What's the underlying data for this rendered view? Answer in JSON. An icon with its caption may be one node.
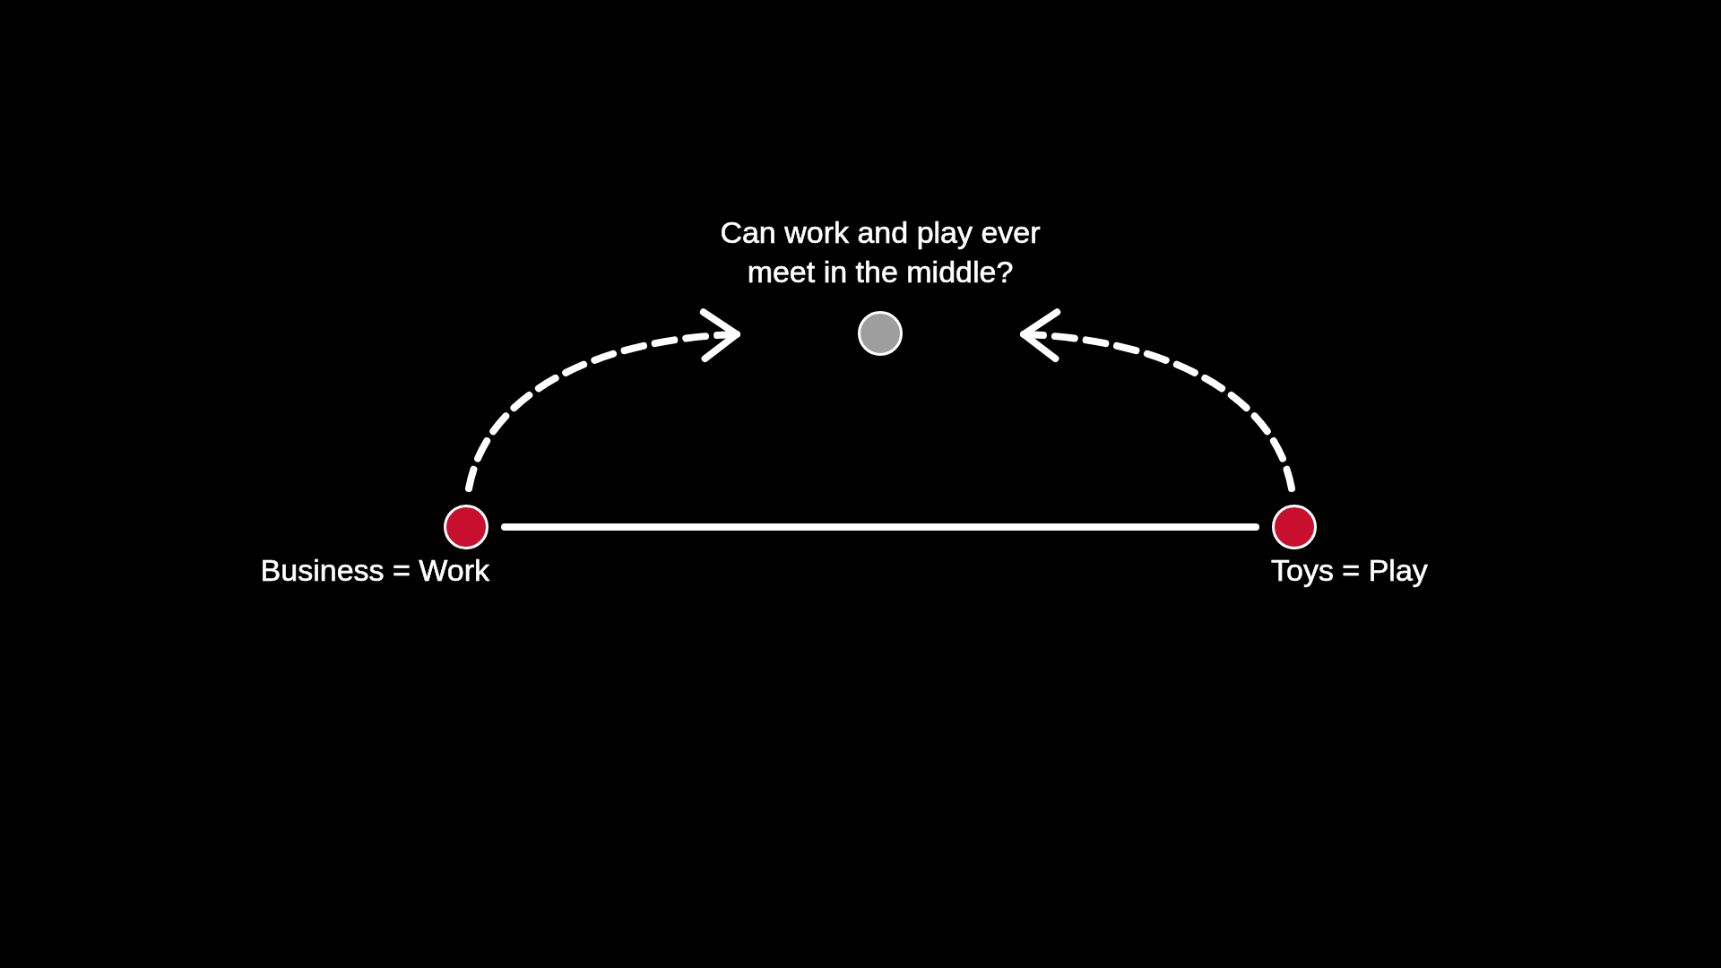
{
  "diagram": {
    "nodes": [
      {
        "text": [],
        "shape": "circle",
        "beside": [
          "Can work and play ever meet in the middle?"
        ]
      },
      {
        "text": [],
        "shape": "circle",
        "beside": [
          "Business = Work"
        ]
      },
      {
        "text": [],
        "shape": "circle",
        "beside": [
          "Toys = Play"
        ]
      }
    ],
    "edges": [
      {
        "from": 1,
        "to": 2,
        "arrow": "none"
      },
      {
        "from": 1,
        "to": 0,
        "arrow": "to",
        "style": "dashed"
      },
      {
        "from": 2,
        "to": 0,
        "arrow": "to",
        "style": "dashed"
      }
    ]
  }
}
